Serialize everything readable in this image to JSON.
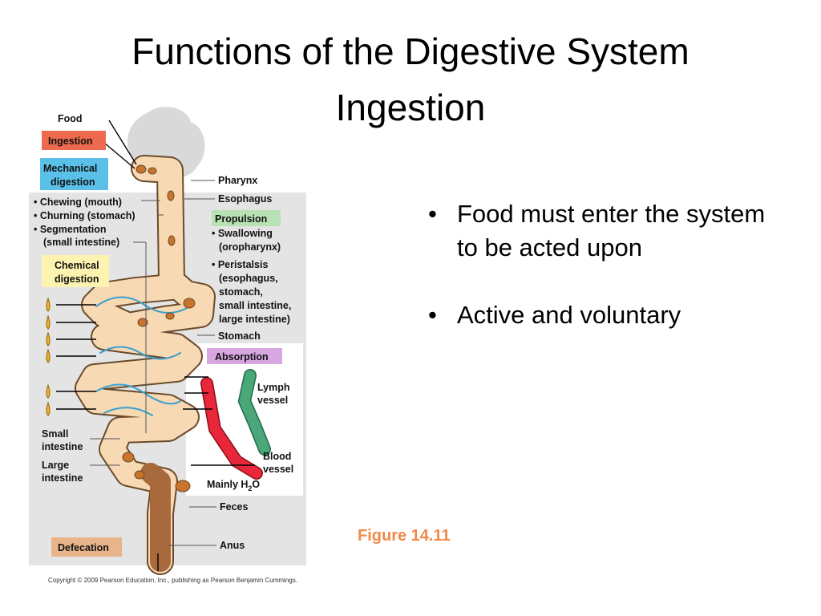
{
  "slide": {
    "title_line1": "Functions of the Digestive System",
    "title_line2": "Ingestion",
    "bullets": [
      "Food must enter the system to be acted upon",
      "Active and voluntary"
    ],
    "figure_ref": "Figure 14.11"
  },
  "diagram": {
    "food": "Food",
    "ingestion": "Ingestion",
    "mechanical_digestion": [
      "Mechanical",
      "digestion"
    ],
    "mechanical_items": [
      "• Chewing (mouth)",
      "• Churning (stomach)",
      "• Segmentation",
      "(small intestine)"
    ],
    "chemical_digestion": [
      "Chemical",
      "digestion"
    ],
    "pharynx": "Pharynx",
    "esophagus": "Esophagus",
    "propulsion": "Propulsion",
    "propulsion_items": [
      "• Swallowing",
      "(oropharynx)",
      "• Peristalsis",
      "(esophagus,",
      "stomach,",
      "small intestine,",
      "large intestine)"
    ],
    "stomach": "Stomach",
    "absorption": "Absorption",
    "lymph_vessel": [
      "Lymph",
      "vessel"
    ],
    "blood_vessel": [
      "Blood",
      "vessel"
    ],
    "small_intestine": [
      "Small",
      "intestine"
    ],
    "large_intestine": [
      "Large",
      "intestine"
    ],
    "mainly_h2o": "Mainly H",
    "h2o_sub": "2",
    "h2o_o": "O",
    "feces": "Feces",
    "anus": "Anus",
    "defecation": "Defecation",
    "copyright": "Copyright © 2009 Pearson Education, Inc., publishing as Pearson Benjamin Cummings.",
    "colors": {
      "ingestion_box": "#ee6a4f",
      "mechanical_box": "#5bc0e8",
      "chemical_box": "#fdf3b0",
      "propulsion_box": "#b8e2b4",
      "absorption_box": "#d8a6e0",
      "defecation_box": "#e8b48a",
      "tract": "#f7d9b4",
      "blood": "#e8283a",
      "lymph": "#4aa77a",
      "figure_ref": "#f08a4b"
    }
  }
}
